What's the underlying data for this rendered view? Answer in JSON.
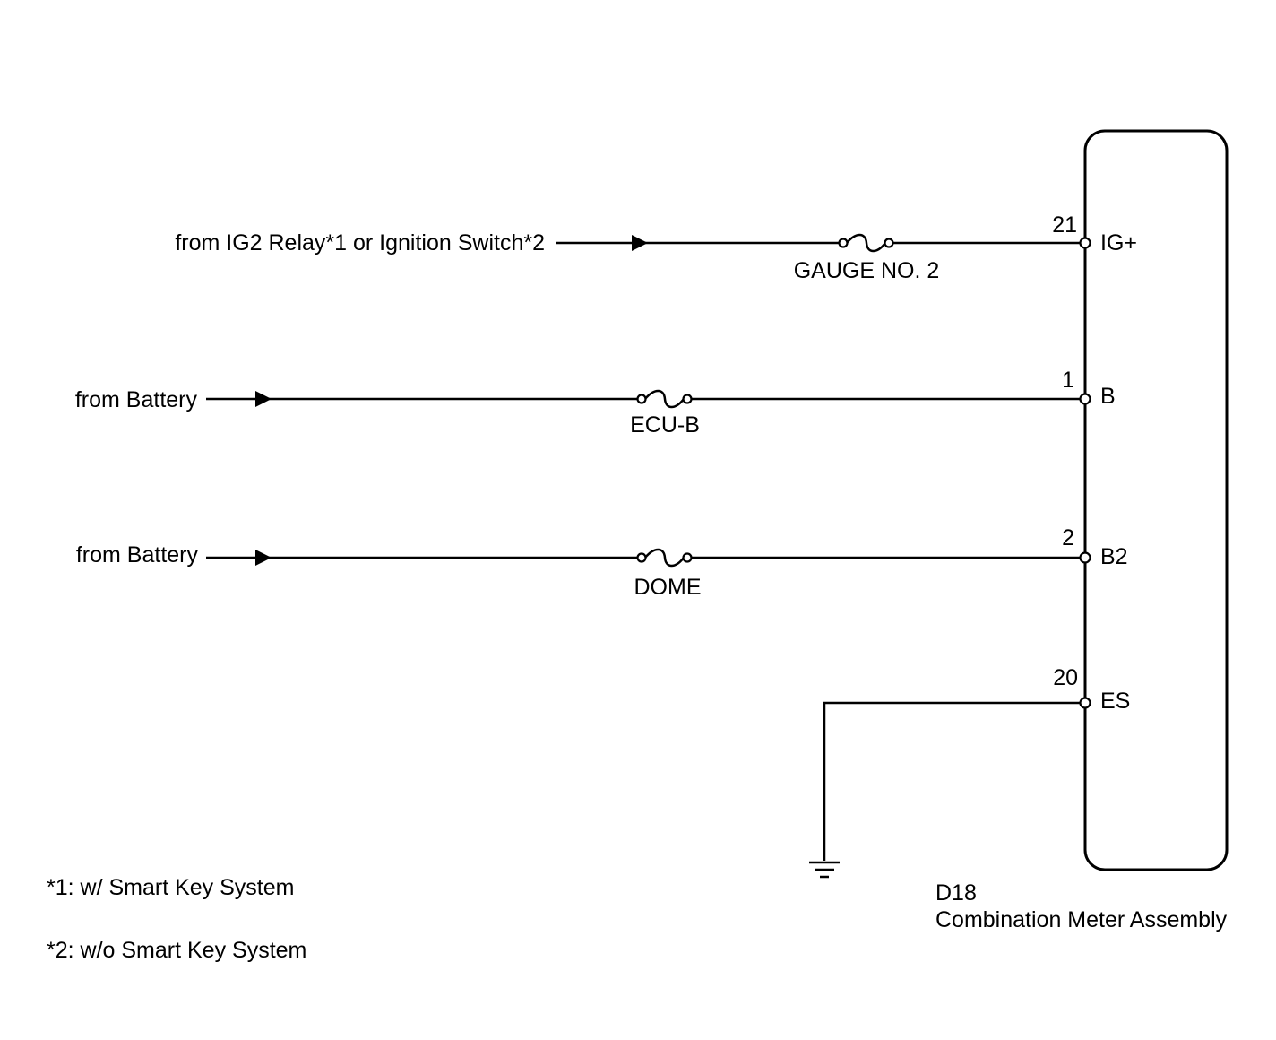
{
  "component": {
    "code": "D18",
    "name": "Combination Meter Assembly"
  },
  "circuits": [
    {
      "source": "from IG2 Relay*1 or Ignition Switch*2",
      "fuse": "GAUGE NO. 2",
      "pin_number": "21",
      "terminal": "IG+"
    },
    {
      "source": "from Battery",
      "fuse": "ECU-B",
      "pin_number": "1",
      "terminal": "B"
    },
    {
      "source": "from Battery",
      "fuse": "DOME",
      "pin_number": "2",
      "terminal": "B2"
    },
    {
      "source": "",
      "fuse": "",
      "pin_number": "20",
      "terminal": "ES"
    }
  ],
  "footnotes": [
    "*1: w/ Smart Key System",
    "*2: w/o Smart Key System"
  ]
}
